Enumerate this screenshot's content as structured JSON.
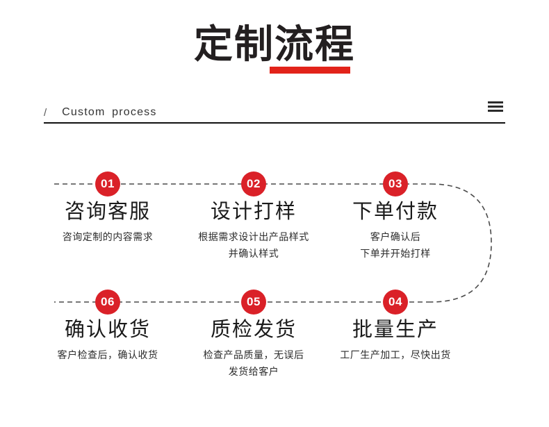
{
  "header": {
    "title": "定制流程",
    "slash": "/",
    "en_title": "Custom  process",
    "menu_icon": "hamburger-menu-icon",
    "accent_color": "#e2231a"
  },
  "flow": {
    "badge_color": "#da2128",
    "connector_style": "dashed",
    "steps": [
      {
        "number": "01",
        "title": "咨询客服",
        "desc": [
          "咨询定制的内容需求"
        ]
      },
      {
        "number": "02",
        "title": "设计打样",
        "desc": [
          "根据需求设计出产品样式",
          "并确认样式"
        ]
      },
      {
        "number": "03",
        "title": "下单付款",
        "desc": [
          "客户确认后",
          "下单并开始打样"
        ]
      },
      {
        "number": "04",
        "title": "批量生产",
        "desc": [
          "工厂生产加工，尽快出货"
        ]
      },
      {
        "number": "05",
        "title": "质检发货",
        "desc": [
          "检查产品质量，无误后",
          "发货给客户"
        ]
      },
      {
        "number": "06",
        "title": "确认收货",
        "desc": [
          "客户检查后，确认收货"
        ]
      }
    ]
  }
}
